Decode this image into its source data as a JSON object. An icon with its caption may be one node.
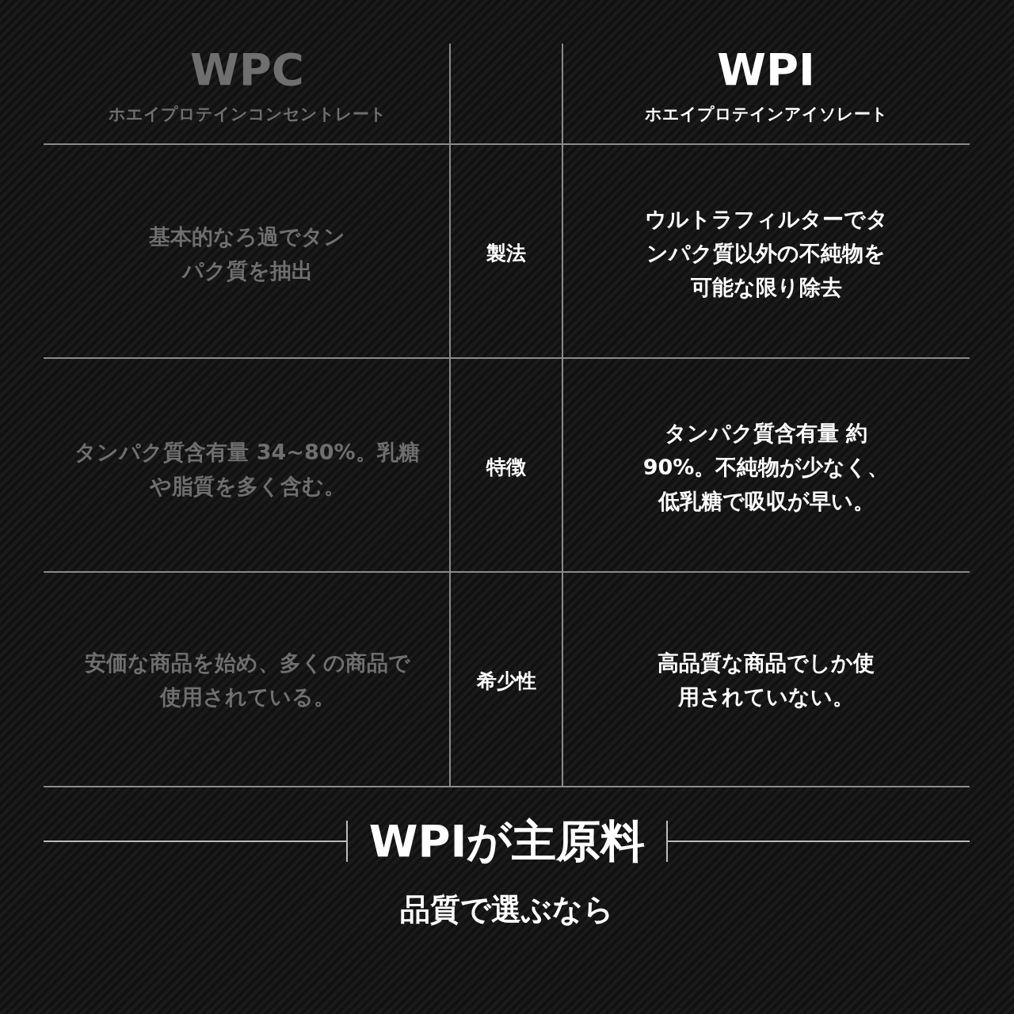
{
  "diagram": {
    "labels": [
      "WPC",
      "ホエイプロテインコンセントレート",
      "WPI",
      "ホエイプロテインアイソレート",
      "基本的なろ過でタンパク質を抽出",
      "製法",
      "ウルトラフィルターでタンパク質以外の不純物を可能な限り除去",
      "タンパク質含有量 34~80%。乳糖や脂質を多く含む。",
      "特徴",
      "タンパク質含有量 約90%。不純物が少なく、低乳糖で吸収が早い。",
      "安価な商品を始め、多くの商品で使用されている。",
      "希少性",
      "高品質な商品でしか使用されていない。",
      "WPIが主原料",
      "品質で選ぶなら"
    ]
  }
}
